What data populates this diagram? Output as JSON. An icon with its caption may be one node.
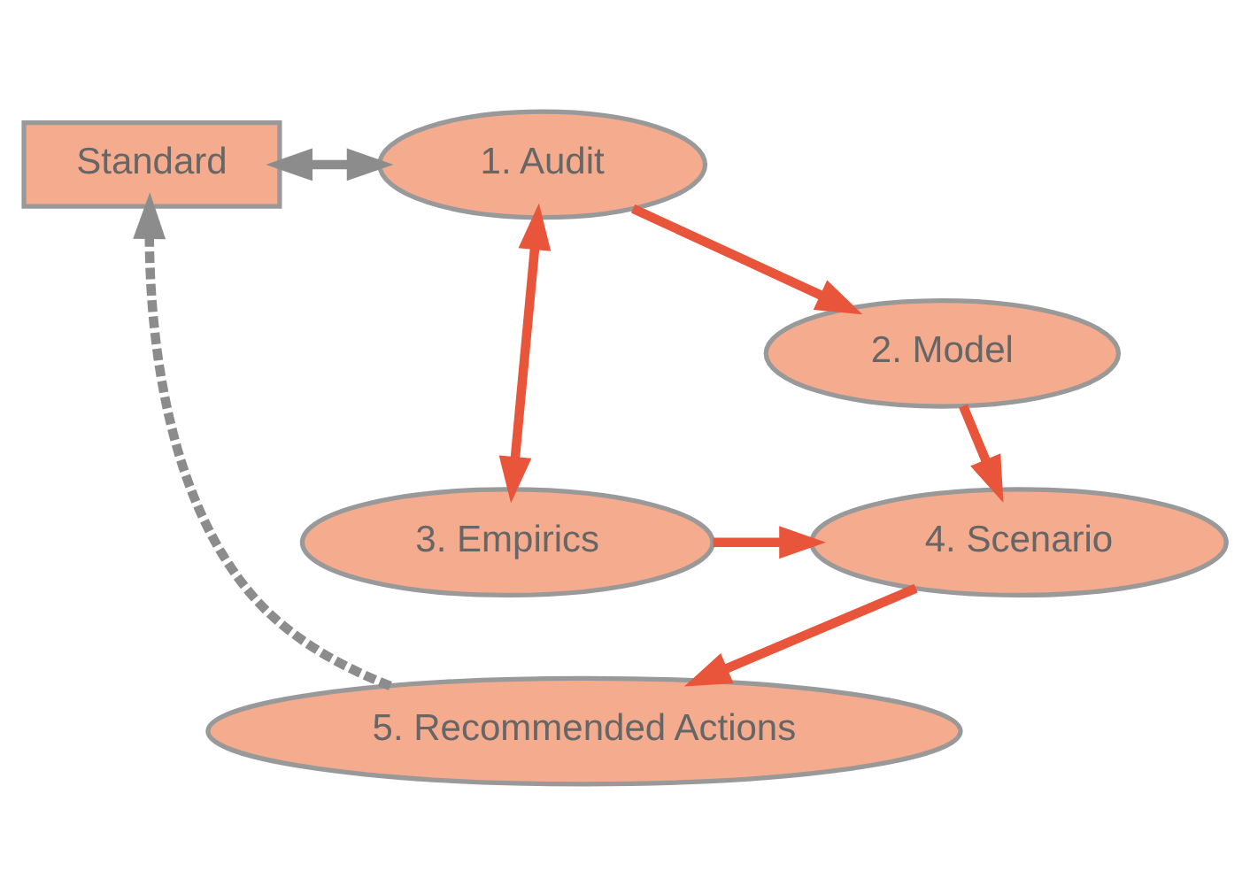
{
  "diagram": {
    "nodes": [
      {
        "text": [
          "Standard"
        ]
      },
      {
        "text": [
          "1. Audit"
        ]
      },
      {
        "text": [
          "2. Model"
        ]
      },
      {
        "text": [
          "3. Empirics"
        ]
      },
      {
        "text": [
          "4. Scenario"
        ]
      },
      {
        "text": [
          "5. Recommended Actions"
        ]
      }
    ],
    "edges": [
      {
        "from": 1,
        "to": 2,
        "arrow": "to"
      },
      {
        "from": 2,
        "to": 4,
        "arrow": "to"
      },
      {
        "from": 1,
        "to": 3,
        "arrow": "both"
      },
      {
        "from": 3,
        "to": 4,
        "arrow": "to"
      },
      {
        "from": 4,
        "to": 5,
        "arrow": "to"
      },
      {
        "from": 5,
        "to": 0,
        "arrow": "to",
        "style": "dashed",
        "color": "#8c8c8c"
      },
      {
        "from": 0,
        "to": 1,
        "arrow": "both",
        "color": "#8c8c8c"
      }
    ]
  }
}
